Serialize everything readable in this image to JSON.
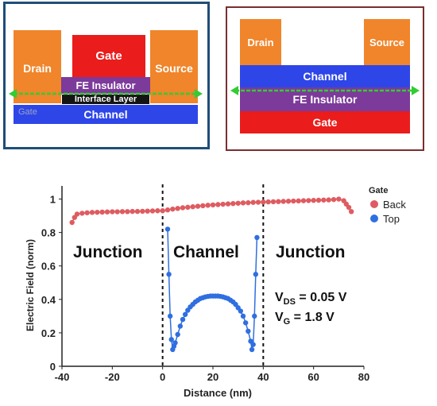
{
  "diagram_top_gate": {
    "drain": "Drain",
    "source": "Source",
    "gate": "Gate",
    "fe_insulator": "FE Insulator",
    "interface_layer": "Interface Layer",
    "channel": "Channel",
    "gate_faint": "Gate"
  },
  "diagram_back_gate": {
    "drain": "Drain",
    "source": "Source",
    "channel": "Channel",
    "fe_insulator": "FE Insulator",
    "gate": "Gate"
  },
  "colors": {
    "back_series": "#de5c61",
    "top_series": "#2f6fe0",
    "drain_source": "#f0852b",
    "gate": "#ea1c1c",
    "fe_insulator": "#7c3a9a",
    "channel": "#2e46e8",
    "arrow": "#33cc33"
  },
  "chart_data": {
    "type": "scatter",
    "xlabel": "Distance (nm)",
    "ylabel": "Electric Field (norm)",
    "xlim": [
      -40,
      80
    ],
    "ylim": [
      0,
      1.05
    ],
    "xticks": [
      "-40",
      "-20",
      "0",
      "20",
      "40",
      "60",
      "80"
    ],
    "yticks": [
      "0",
      "0.2",
      "0.4",
      "0.6",
      "0.8",
      "1"
    ],
    "legend_title": "Gate",
    "legend_position": "top-right",
    "region_labels": [
      "Junction",
      "Channel",
      "Junction"
    ],
    "annotations": [
      "V_DS = 0.05 V",
      "V_G = 1.8 V"
    ],
    "vlines": [
      0,
      40
    ],
    "series": [
      {
        "name": "Back",
        "x": [
          -36,
          -35,
          -34,
          -32,
          -30,
          -28,
          -26,
          -24,
          -22,
          -20,
          -18,
          -16,
          -14,
          -12,
          -10,
          -8,
          -6,
          -4,
          -2,
          0,
          2,
          4,
          6,
          8,
          10,
          12,
          14,
          16,
          18,
          20,
          22,
          24,
          26,
          28,
          30,
          32,
          34,
          36,
          38,
          40,
          42,
          44,
          46,
          48,
          50,
          52,
          54,
          56,
          58,
          60,
          62,
          64,
          66,
          68,
          70,
          72,
          73,
          74,
          75
        ],
        "y": [
          0.86,
          0.89,
          0.91,
          0.915,
          0.918,
          0.92,
          0.921,
          0.922,
          0.923,
          0.924,
          0.924,
          0.925,
          0.925,
          0.926,
          0.926,
          0.927,
          0.928,
          0.929,
          0.93,
          0.93,
          0.935,
          0.94,
          0.944,
          0.948,
          0.951,
          0.954,
          0.957,
          0.96,
          0.963,
          0.965,
          0.967,
          0.969,
          0.971,
          0.973,
          0.975,
          0.977,
          0.978,
          0.98,
          0.981,
          0.982,
          0.983,
          0.984,
          0.985,
          0.986,
          0.987,
          0.988,
          0.989,
          0.99,
          0.991,
          0.992,
          0.993,
          0.994,
          0.995,
          0.997,
          1.0,
          0.99,
          0.97,
          0.95,
          0.925
        ]
      },
      {
        "name": "Top",
        "x": [
          2,
          2.5,
          3,
          3.5,
          4,
          4.5,
          5,
          6,
          7,
          8,
          9,
          10,
          11,
          12,
          13,
          14,
          15,
          16,
          17,
          18,
          19,
          20,
          21,
          22,
          23,
          24,
          25,
          26,
          27,
          28,
          29,
          30,
          31,
          32,
          33,
          34,
          35,
          35.5,
          36,
          36.5,
          37,
          37.5
        ],
        "y": [
          0.82,
          0.55,
          0.3,
          0.16,
          0.1,
          0.12,
          0.14,
          0.19,
          0.24,
          0.28,
          0.31,
          0.335,
          0.355,
          0.37,
          0.385,
          0.395,
          0.405,
          0.41,
          0.415,
          0.418,
          0.42,
          0.42,
          0.42,
          0.42,
          0.418,
          0.415,
          0.41,
          0.405,
          0.395,
          0.385,
          0.37,
          0.35,
          0.33,
          0.3,
          0.26,
          0.21,
          0.15,
          0.1,
          0.13,
          0.3,
          0.55,
          0.77
        ]
      }
    ]
  }
}
